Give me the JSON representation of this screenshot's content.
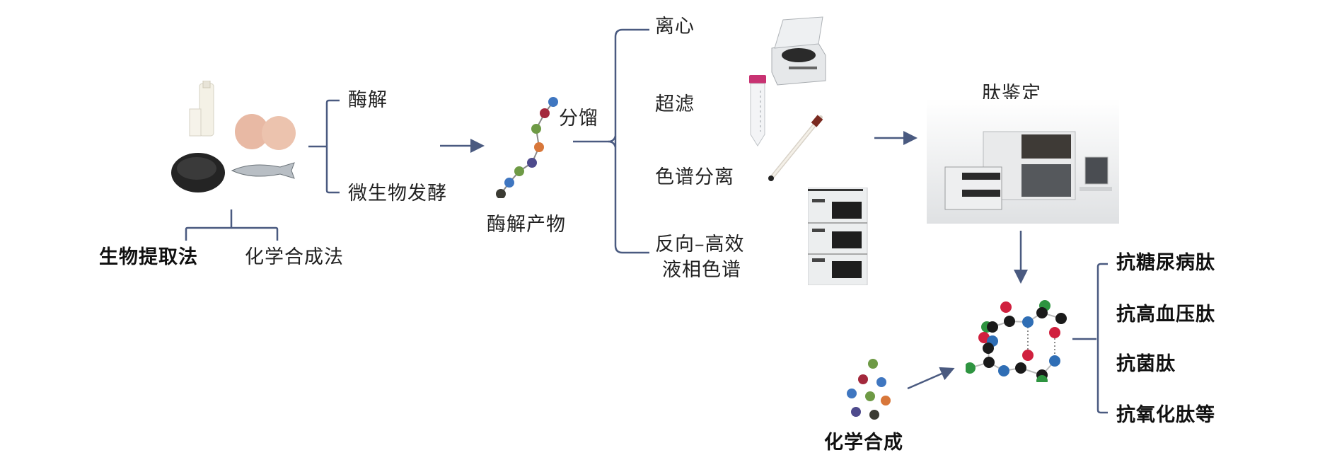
{
  "sources": {
    "images": [
      "milk-icon",
      "eggs-icon",
      "sea-cucumber-icon",
      "fish-icon"
    ],
    "methods": [
      "生物提取法",
      "化学合成法"
    ]
  },
  "hydrolysis": {
    "methods": [
      "酶解",
      "微生物发酵"
    ]
  },
  "product": {
    "label": "酶解产物",
    "fractionation_label": "分馏",
    "chain_colors": [
      "#3f76c0",
      "#a3283c",
      "#6e9a45",
      "#d8773a",
      "#4e4a8c",
      "#6e9a45",
      "#3f76c0",
      "#3b3b33"
    ]
  },
  "separation": {
    "methods": [
      "离心",
      "超滤",
      "色谱分离",
      "反向–高效",
      "液相色谱"
    ]
  },
  "identification": {
    "label": "肽鉴定"
  },
  "synthesis": {
    "label": "化学合成",
    "dot_colors": [
      "#6e9a45",
      "#a3283c",
      "#3f76c0",
      "#3f76c0",
      "#6e9a45",
      "#d8773a",
      "#4e4a8c",
      "#3b3b33"
    ]
  },
  "bioactivities": {
    "items": [
      "抗糖尿病肽",
      "抗高血压肽",
      "抗菌肽",
      "抗氧化肽等"
    ]
  },
  "colors": {
    "line": "#4a5a80",
    "red": "#d0203e",
    "blue": "#2f6eb5",
    "green": "#2e9440",
    "black": "#1a1a1a"
  }
}
